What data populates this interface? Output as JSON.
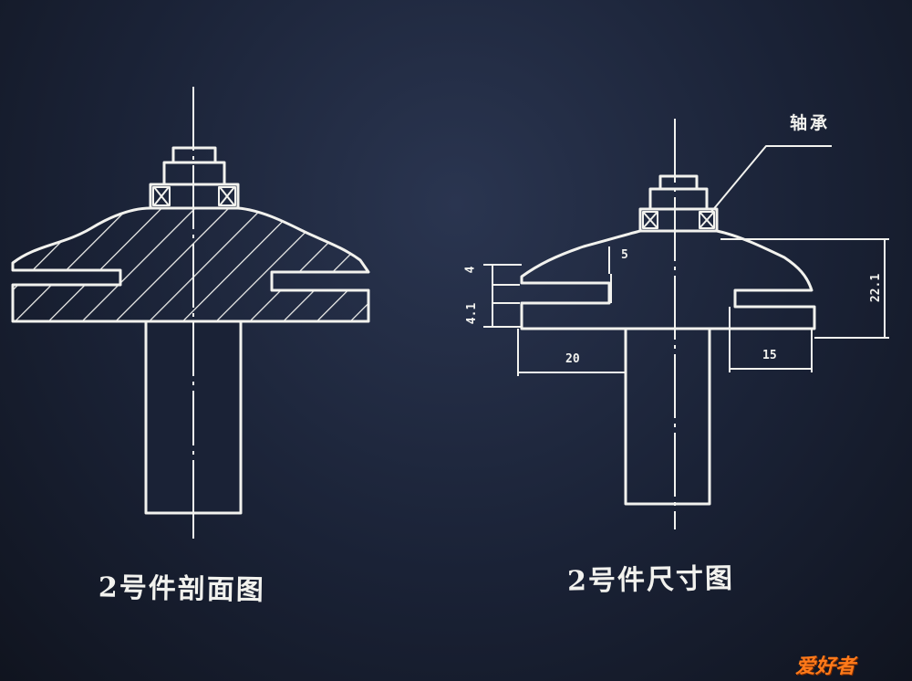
{
  "left_drawing": {
    "caption": "2号件剖面图"
  },
  "right_drawing": {
    "caption": "2号件尺寸图",
    "callout_label": "轴承",
    "dimensions": {
      "top_small_dim": "5",
      "left_vertical_small": "4",
      "left_vertical_large": "4.1",
      "right_vertical": "22.1",
      "left_bottom_width": "20",
      "right_bottom_width": "15"
    }
  },
  "watermark": {
    "text": "爱好者",
    "brand_color": "#ff7a1a"
  },
  "colors": {
    "background": "#1a2236",
    "line": "#f2f2ee"
  }
}
